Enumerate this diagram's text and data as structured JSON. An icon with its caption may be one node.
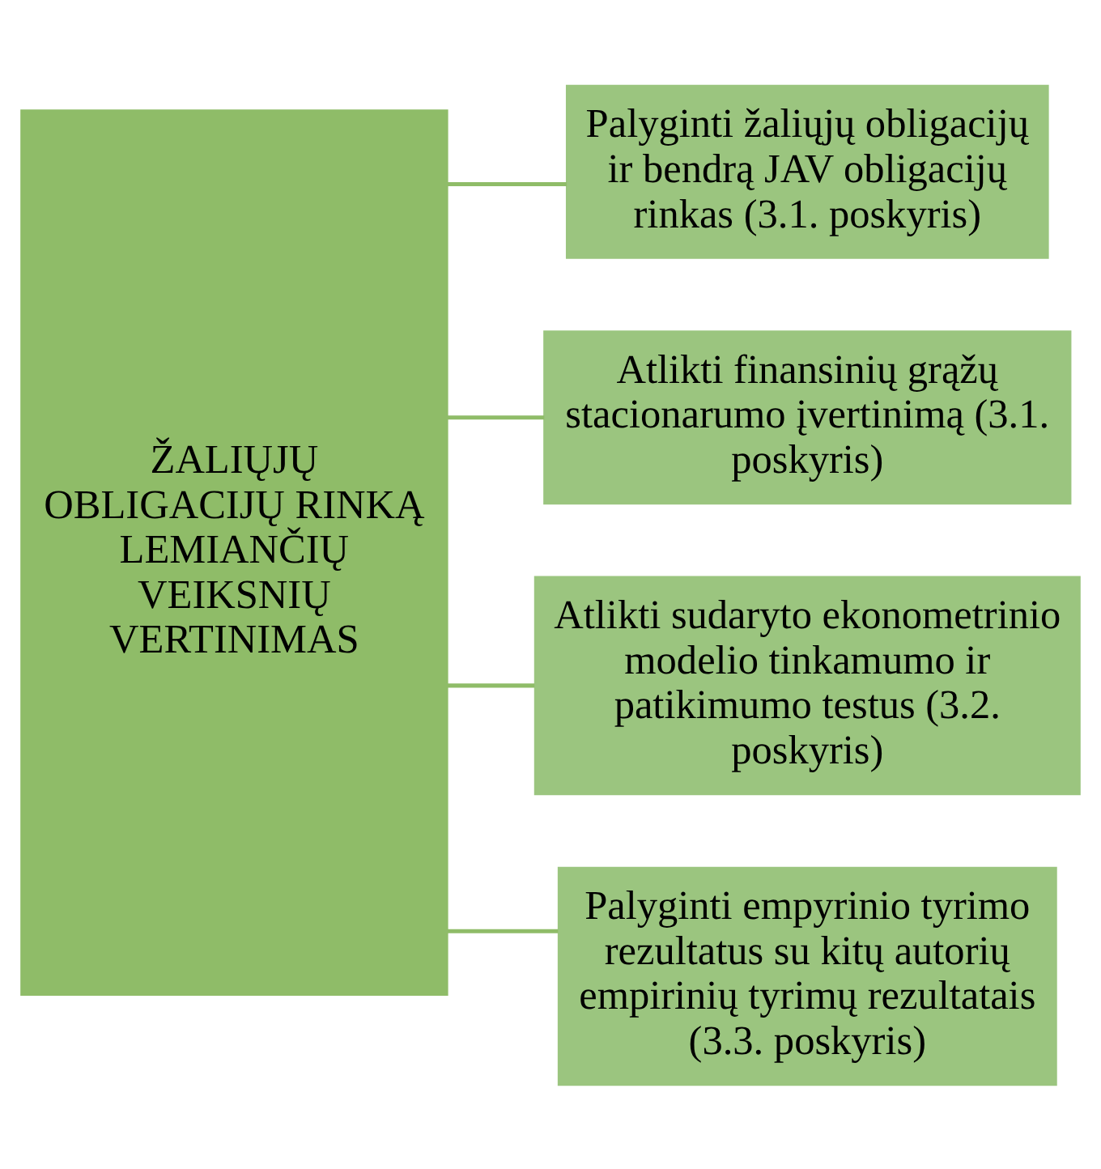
{
  "diagram": {
    "nodes": [
      {
        "text": [
          "ŽALIŲJŲ OBLIGACIJŲ RINKĄ LEMIANČIŲ VEIKSNIŲ VERTINIMAS"
        ]
      },
      {
        "text": [
          "Palyginti žaliųjų obligacijų ir bendrą JAV obligacijų rinkas (3.1. poskyris)"
        ]
      },
      {
        "text": [
          "Atlikti finansinių grąžų stacionarumo įvertinimą (3.1. poskyris)"
        ]
      },
      {
        "text": [
          "Atlikti sudaryto ekonometrinio modelio tinkamumo ir patikimumo testus (3.2. poskyris)"
        ]
      },
      {
        "text": [
          "Palyginti empyrinio tyrimo rezultatus su kitų autorių empirinių tyrimų rezultatais (3.3. poskyris)"
        ]
      }
    ],
    "edges": [
      {
        "from": 0,
        "to": 1,
        "arrow": "none"
      },
      {
        "from": 0,
        "to": 2,
        "arrow": "none"
      },
      {
        "from": 0,
        "to": 3,
        "arrow": "none"
      },
      {
        "from": 0,
        "to": 4,
        "arrow": "none"
      }
    ]
  }
}
